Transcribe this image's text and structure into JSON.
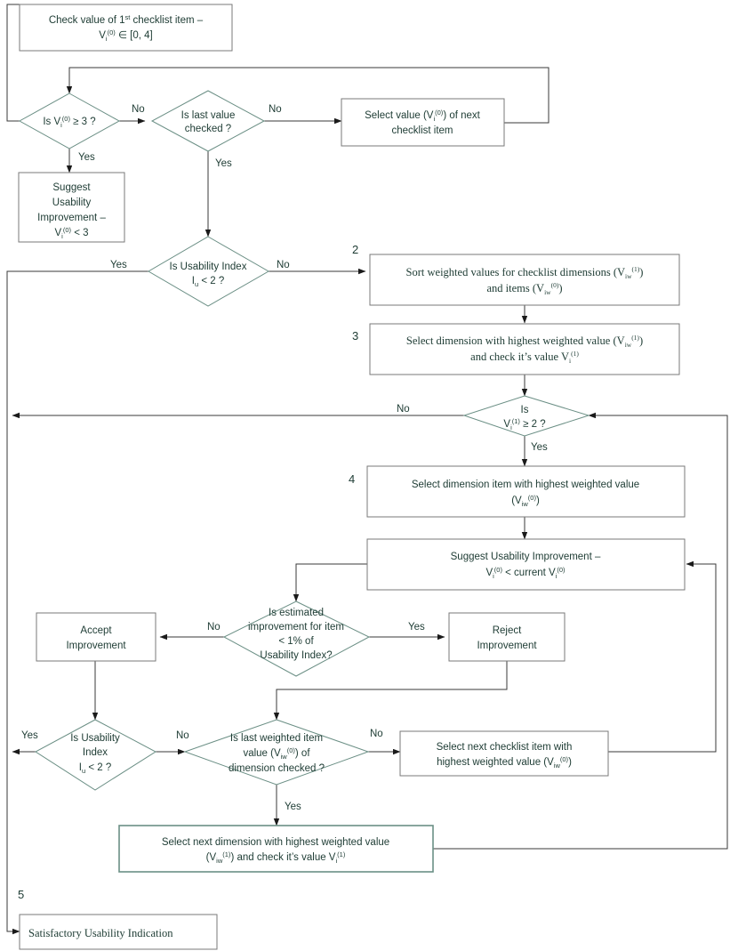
{
  "diagram": {
    "title": "Usability checklist evaluation flowchart",
    "accent_color": "#1d3b33",
    "box_stroke": "#7a7a7a",
    "diamond_stroke": "#6b8f85",
    "line_color": "#3a3a3a"
  },
  "step_numbers": {
    "two": "2",
    "three": "3",
    "four": "4",
    "five": "5"
  },
  "nodes": {
    "check_first": {
      "line1_a": "Check value of 1",
      "line1_sup": "st",
      "line1_b": " checklist item –",
      "line2_a": "V",
      "line2_sub": "i",
      "line2_sup": "(0)",
      "line2_b": " ∈ [0, 4]"
    },
    "is_vi_ge3": {
      "a": "Is V",
      "sub": "i",
      "sup": "(0)",
      "b": " ≥ 3 ?"
    },
    "is_last_value": {
      "line1": "Is last value",
      "line2": "checked ?"
    },
    "select_next_item_value": {
      "line1_a": "Select value (V",
      "line1_sub": "i",
      "line1_sup": "(0)",
      "line1_b": ") of next",
      "line2": "checklist item"
    },
    "suggest_improvement_small": {
      "line1": "Suggest",
      "line2": "Usability",
      "line3": "Improvement –",
      "line4_a": "V",
      "line4_sub": "i",
      "line4_sup": "(0)",
      "line4_b": " < 3"
    },
    "is_usability_index_top": {
      "line1": "Is Usability Index",
      "line2_a": "I",
      "line2_sub": "u",
      "line2_b": " < 2 ?"
    },
    "sort_weighted": {
      "line1_a": "Sort weighted values for checklist dimensions (V",
      "line1_sub": "iw",
      "line1_sup": "(1)",
      "line1_b": ")",
      "line2_a": "and items (V",
      "line2_sub": "iw",
      "line2_sup": "(0)",
      "line2_b": ")"
    },
    "select_dimension_highest": {
      "line1_a": "Select dimension with highest weighted value (V",
      "line1_sub": "iw",
      "line1_sup": "(1)",
      "line1_b": ")",
      "line2_a": "and check it’s value V",
      "line2_sub": "i",
      "line2_sup": "(1)"
    },
    "is_vi1_ge2": {
      "line1": "Is",
      "line2_a": "V",
      "line2_sub": "i",
      "line2_sup": "(1)",
      "line2_b": " ≥ 2 ?"
    },
    "select_dimension_item": {
      "line1": "Select dimension item with highest weighted value",
      "line2_a": "(V",
      "line2_sub": "iw",
      "line2_sup": "(0)",
      "line2_b": ")"
    },
    "suggest_improvement_current": {
      "line1": "Suggest Usability Improvement –",
      "line2_a": "V",
      "line2_sub": "i",
      "line2_sup": "(0)",
      "line2_b": " < current V",
      "line2_sub2": "i",
      "line2_sup2": "(0)"
    },
    "is_estimated_improvement": {
      "line1": "Is estimated",
      "line2": "improvement for item",
      "line3": "< 1% of",
      "line4": "Usability Index?"
    },
    "accept_improvement": {
      "line1": "Accept",
      "line2": "Improvement"
    },
    "reject_improvement": {
      "line1": "Reject",
      "line2": "Improvement"
    },
    "is_usability_index_bottom": {
      "line1": "Is Usability",
      "line2": "Index",
      "line3_a": "I",
      "line3_sub": "u",
      "line3_b": " < 2 ?"
    },
    "is_last_weighted_item": {
      "line1": "Is last weighted item",
      "line2_a": "value (V",
      "line2_sub": "iw",
      "line2_sup": "(0)",
      "line2_b": ") of",
      "line3": "dimension checked ?"
    },
    "select_next_checklist_item": {
      "line1": "Select next checklist item with",
      "line2_a": "highest weighted value (V",
      "line2_sub": "iw",
      "line2_sup": "(0)",
      "line2_b": ")"
    },
    "select_next_dimension": {
      "line1": "Select next dimension with highest weighted value",
      "line2_a": "(V",
      "line2_sub": "iw",
      "line2_sup": "(1)",
      "line2_b": ") and check it’s value V",
      "line2_sub2": "i",
      "line2_sup2": "(1)"
    },
    "satisfactory": {
      "text": "Satisfactory Usability Indication"
    }
  },
  "edge_labels": {
    "no_1": "No",
    "no_2": "No",
    "yes_1": "Yes",
    "yes_2": "Yes",
    "yes_usability_top": "Yes",
    "no_usability_top": "No",
    "no_vi1": "No",
    "yes_vi1": "Yes",
    "no_estimated": "No",
    "yes_estimated": "Yes",
    "yes_usability_bottom": "Yes",
    "no_usability_bottom": "No",
    "no_last_weighted": "No",
    "yes_last_weighted": "Yes"
  }
}
